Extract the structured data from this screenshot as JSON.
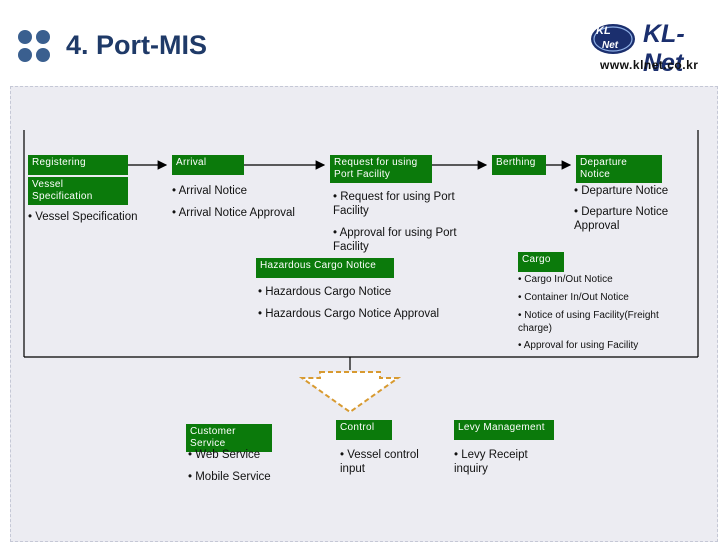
{
  "header": {
    "title": "4. Port-MIS",
    "logo_text": "KL-Net",
    "logo_mark_top": "KL",
    "logo_mark_bottom": "Net",
    "url": "www.klnet.co.kr"
  },
  "diagram": {
    "registering": {
      "label": "Registering",
      "sub_label": "Vessel Specification",
      "items": [
        "• Vessel Specification"
      ]
    },
    "arrival": {
      "label": "Arrival",
      "items": [
        "• Arrival Notice",
        "• Arrival Notice Approval"
      ]
    },
    "facility": {
      "label": "Request for using Port Facility",
      "items": [
        "• Request for using Port Facility",
        "• Approval for using Port Facility"
      ]
    },
    "berthing": {
      "label": "Berthing"
    },
    "departure": {
      "label": "Departure Notice",
      "items": [
        "• Departure Notice",
        "• Departure Notice Approval"
      ]
    },
    "hazardous": {
      "label": "Hazardous Cargo Notice",
      "items": [
        "• Hazardous Cargo Notice",
        "• Hazardous Cargo Notice Approval"
      ]
    },
    "cargo": {
      "label": "Cargo",
      "items": [
        "• Cargo In/Out Notice",
        "• Container In/Out Notice",
        "• Notice of using Facility(Freight charge)",
        "• Approval for using Facility"
      ]
    },
    "customer": {
      "label": "Customer Service",
      "items": [
        "• Web Service",
        "• Mobile Service"
      ]
    },
    "control": {
      "label": "Control",
      "items": [
        "• Vessel control input"
      ]
    },
    "levy": {
      "label": "Levy Management",
      "items": [
        "• Levy Receipt inquiry"
      ]
    }
  },
  "colors": {
    "box_green": "#0b7a0b",
    "title_blue": "#1f3a68",
    "arrow_outline": "#d89a30"
  }
}
